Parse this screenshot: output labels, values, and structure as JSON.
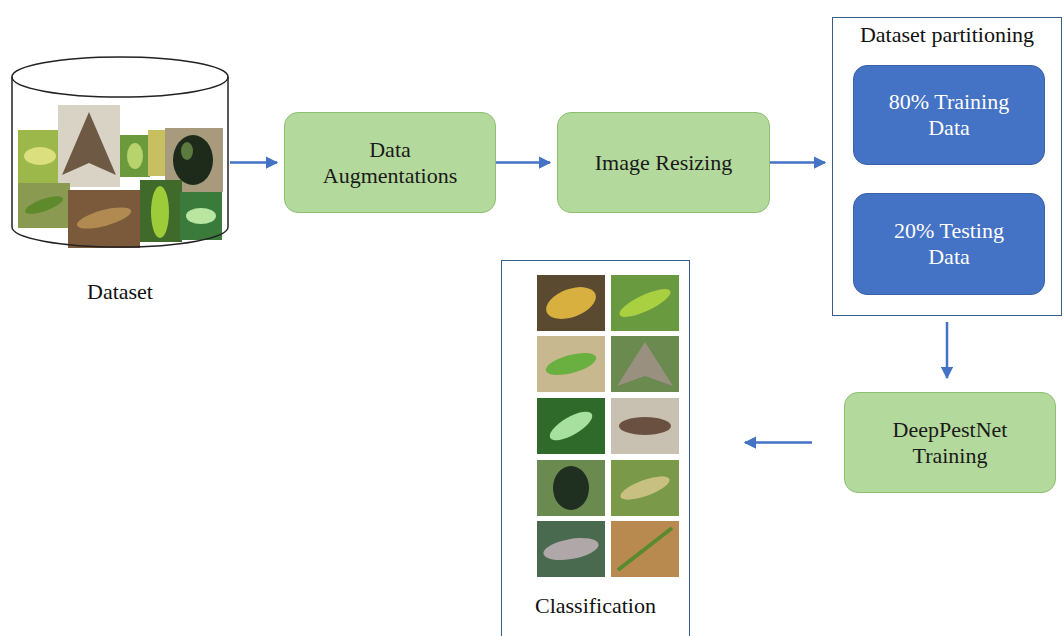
{
  "diagram": {
    "nodes": [
      {
        "text": [
          "Dataset"
        ]
      },
      {
        "text": [
          "Data Augmentations"
        ]
      },
      {
        "text": [
          "Image Resizing"
        ]
      },
      {
        "text": [
          "Dataset partitioning"
        ]
      },
      {
        "text": [
          "80% Training Data"
        ],
        "in": 3
      },
      {
        "text": [
          "20% Testing Data"
        ],
        "in": 3
      },
      {
        "text": [
          "DeepPestNet Training"
        ]
      },
      {
        "text": [
          "Classification"
        ]
      }
    ],
    "edges": [
      {
        "from": 0,
        "to": 1,
        "arrow": "to"
      },
      {
        "from": 1,
        "to": 2,
        "arrow": "to"
      },
      {
        "from": 2,
        "to": 3,
        "arrow": "to"
      },
      {
        "from": 3,
        "to": 6,
        "arrow": "to"
      },
      {
        "from": 6,
        "to": 7,
        "arrow": "to"
      }
    ]
  }
}
